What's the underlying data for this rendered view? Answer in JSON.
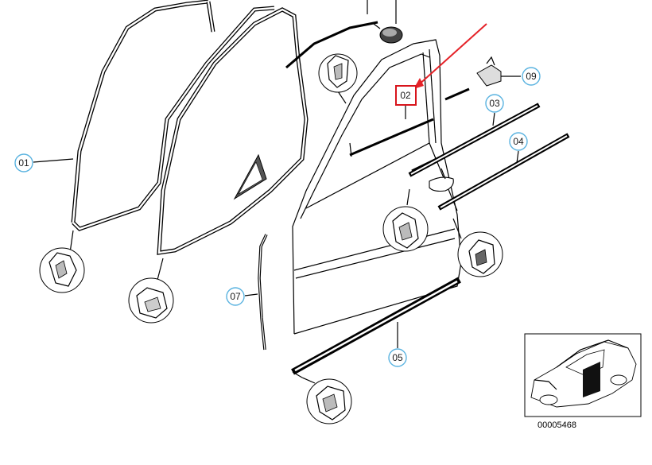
{
  "diagram": {
    "callouts": [
      {
        "id": "01",
        "label": "01"
      },
      {
        "id": "02",
        "label": "02"
      },
      {
        "id": "03",
        "label": "03"
      },
      {
        "id": "04",
        "label": "04"
      },
      {
        "id": "05",
        "label": "05"
      },
      {
        "id": "07",
        "label": "07"
      },
      {
        "id": "09",
        "label": "09"
      }
    ],
    "highlight_callout": "02",
    "reference_number": "00005468",
    "colors": {
      "callout_circle": "#5ab3e0",
      "highlight_box": "#d8141c",
      "arrow": "#e52228",
      "line": "#000000"
    }
  }
}
